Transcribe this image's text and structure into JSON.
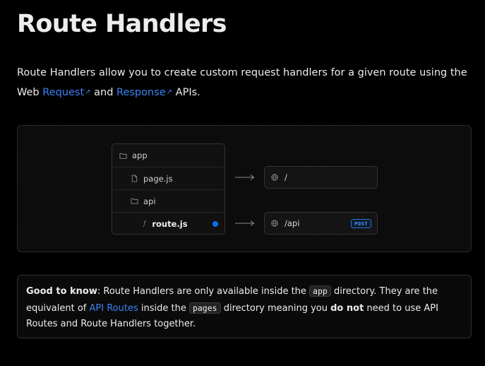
{
  "title": "Route Handlers",
  "intro": {
    "text_before": "Route Handlers allow you to create custom request handlers for a given route using the Web ",
    "link1": "Request",
    "link1_suffix": "↗",
    "mid": " and ",
    "link2": "Response",
    "link2_suffix": "↗",
    "text_after": " APIs."
  },
  "diagram": {
    "tree": [
      {
        "label": "app",
        "icon": "folder-icon"
      },
      {
        "label": "page.js",
        "icon": "file-icon"
      },
      {
        "label": "api",
        "icon": "folder-icon"
      },
      {
        "label": "route.js",
        "icon": "function-icon",
        "icon_glyph": "f"
      }
    ],
    "routes": [
      {
        "path": "/",
        "icon": "globe-icon"
      },
      {
        "path": "/api",
        "icon": "globe-icon",
        "badge": "POST"
      }
    ],
    "colors": {
      "accent": "#0a6ff5",
      "badge": "#4d9bff"
    }
  },
  "callout": {
    "strong": "Good to know",
    "t1": ": Route Handlers are only available inside the ",
    "code1": "app",
    "t2": " directory. They are the equivalent of ",
    "link": "API Routes",
    "t3": " inside the ",
    "code2": "pages",
    "t4": " directory meaning you ",
    "strong2": "do not",
    "t5": " need to use API Routes and Route Handlers together."
  }
}
